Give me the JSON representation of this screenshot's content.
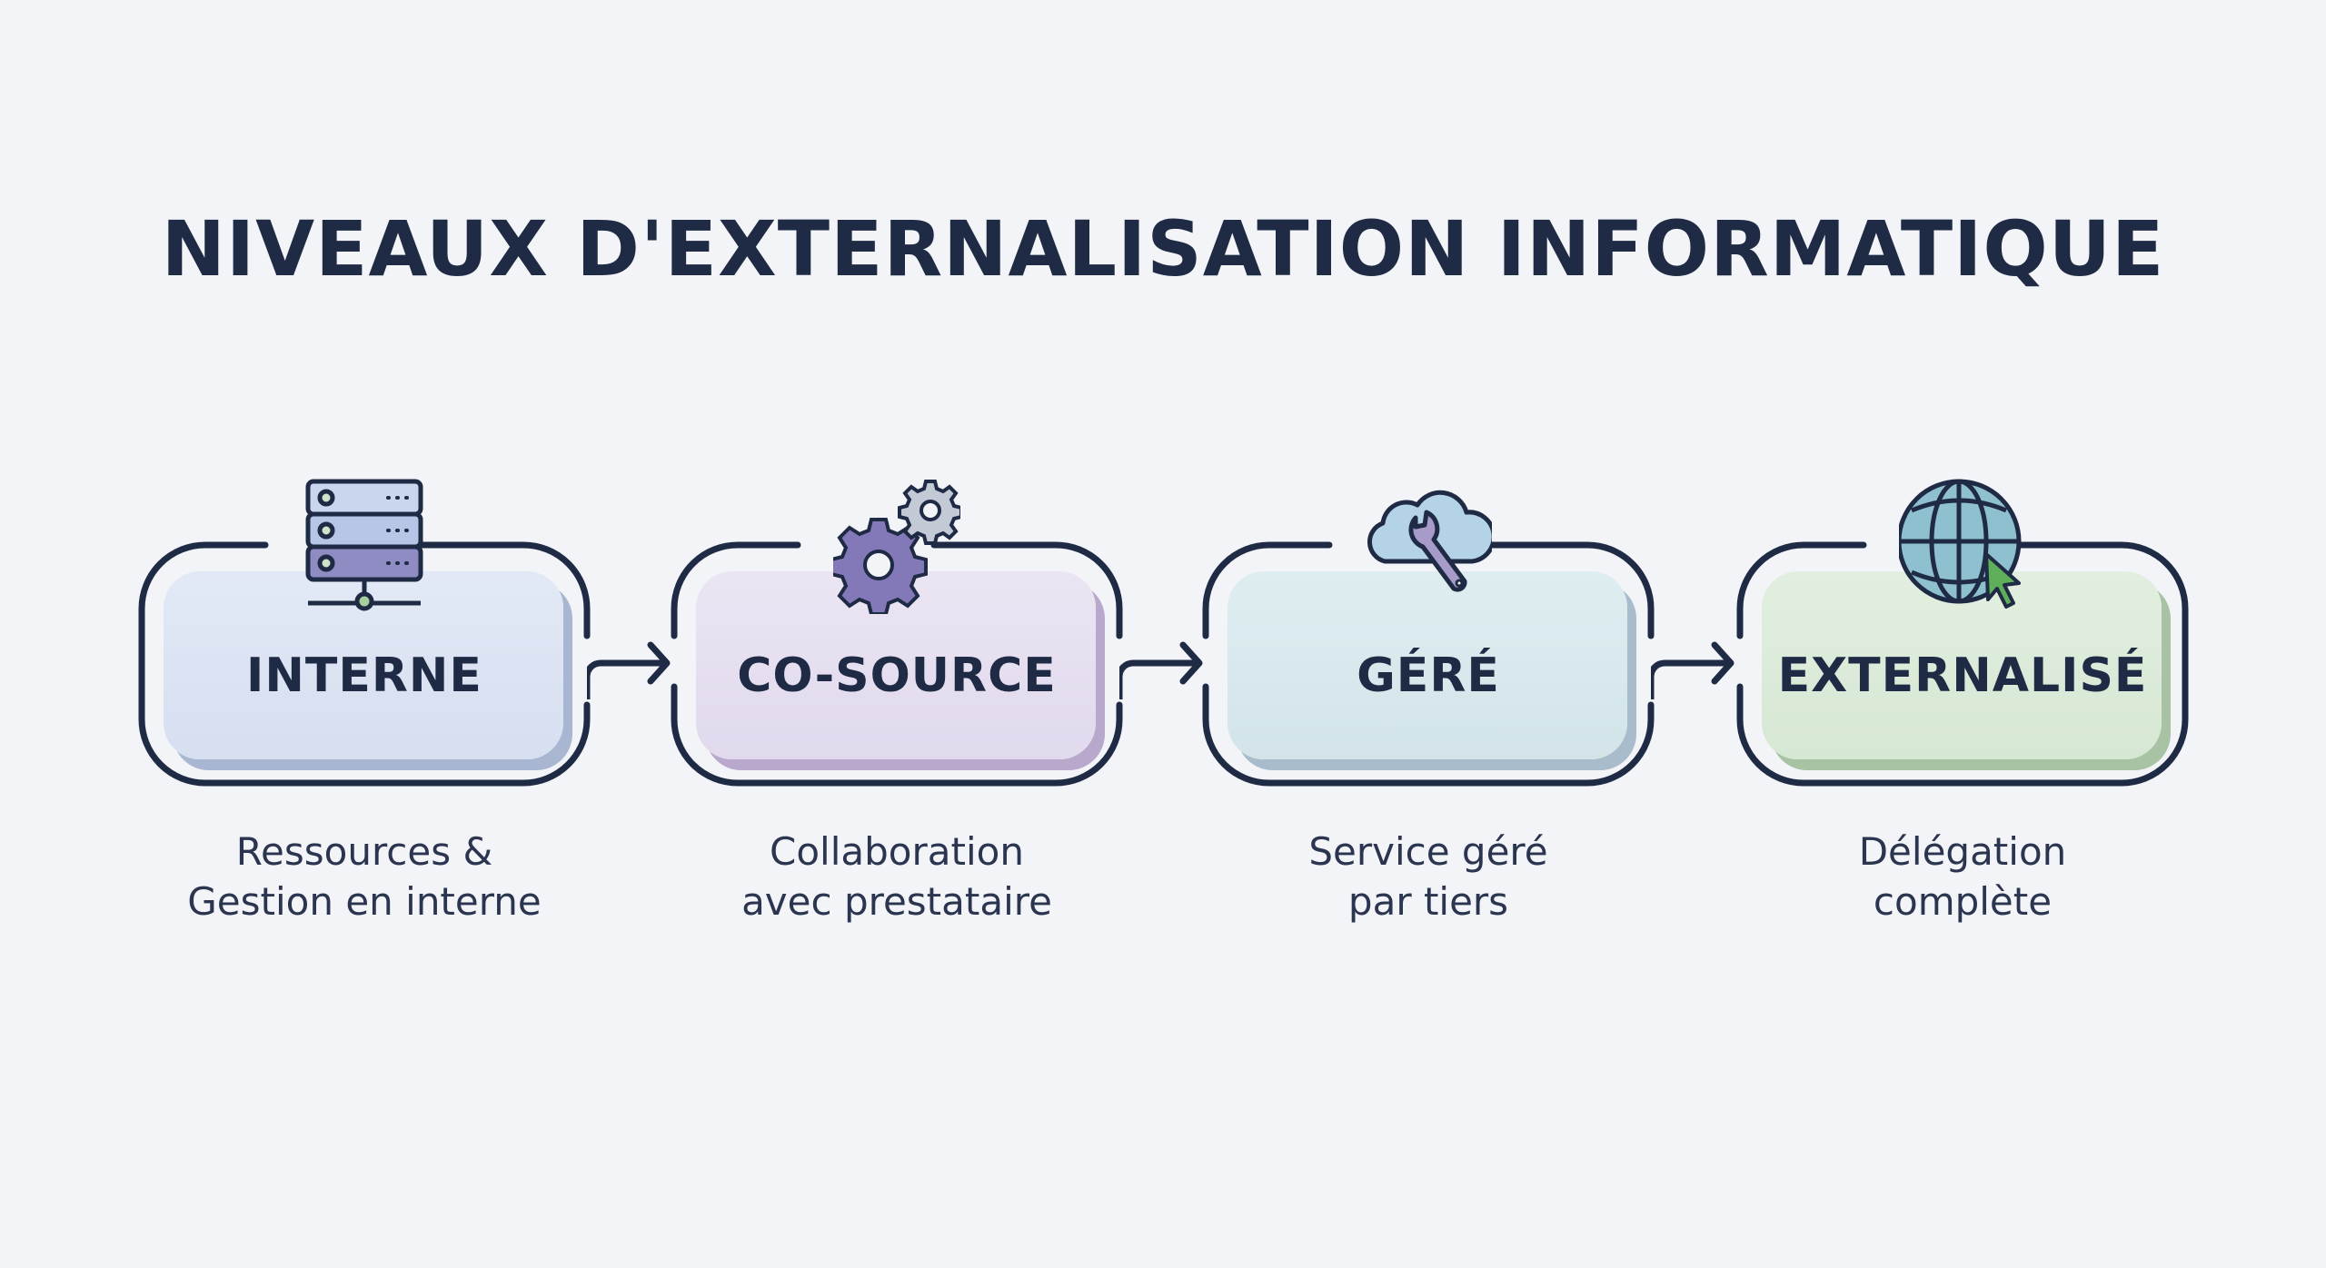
{
  "title": "NIVEAUX D'EXTERNALISATION INFORMATIQUE",
  "stages": [
    {
      "label": "INTERNE",
      "icon": "server-icon",
      "desc_line1": "Ressources &",
      "desc_line2": "Gestion en interne",
      "color": "#dce4f3",
      "shadow": "#a9b6d2"
    },
    {
      "label": "CO-SOURCE",
      "icon": "gears-icon",
      "desc_line1": "Collaboration",
      "desc_line2": "avec prestataire",
      "color": "#e6dff0",
      "shadow": "#b8a8cc"
    },
    {
      "label": "GÉRÉ",
      "icon": "cloud-wrench-icon",
      "desc_line1": "Service géré",
      "desc_line2": "par tiers",
      "color": "#d8e8ec",
      "shadow": "#a8bccb"
    },
    {
      "label": "EXTERNALISÉ",
      "icon": "globe-cursor-icon",
      "desc_line1": "Délégation",
      "desc_line2": "complète",
      "color": "#dceadb",
      "shadow": "#a8c2a4"
    }
  ]
}
